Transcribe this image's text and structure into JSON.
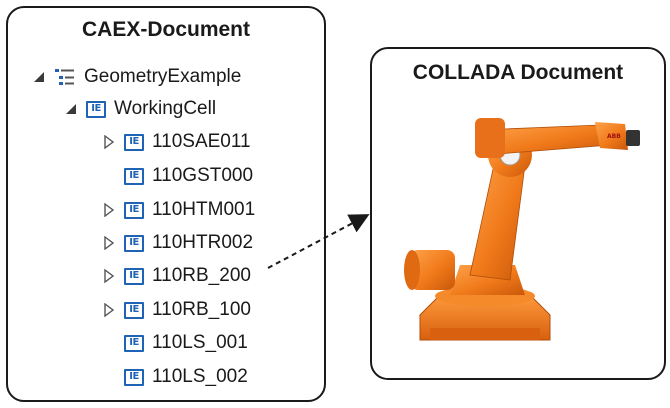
{
  "caex": {
    "title": "CAEX-Document",
    "root": {
      "label": "GeometryExample",
      "icon": "list-tree-icon",
      "state": "expanded"
    },
    "child": {
      "label": "WorkingCell",
      "icon": "ie-icon",
      "state": "expanded"
    },
    "items": [
      {
        "label": "110SAE011",
        "expandable": true
      },
      {
        "label": "110GST000",
        "expandable": false
      },
      {
        "label": "110HTM001",
        "expandable": true
      },
      {
        "label": "110HTR002",
        "expandable": true
      },
      {
        "label": "110RB_200",
        "expandable": true
      },
      {
        "label": "110RB_100",
        "expandable": true
      },
      {
        "label": "110LS_001",
        "expandable": false
      },
      {
        "label": "110LS_002",
        "expandable": false
      }
    ],
    "icon_text": "IE"
  },
  "collada": {
    "title": "COLLADA Document",
    "robot": {
      "icon": "industrial-robot-arm-icon",
      "brand": "ABB"
    }
  },
  "colors": {
    "border": "#1a1a1a",
    "ie_blue": "#1e63b5",
    "robot_orange": "#f07a1a",
    "robot_dark": "#c9570a"
  }
}
